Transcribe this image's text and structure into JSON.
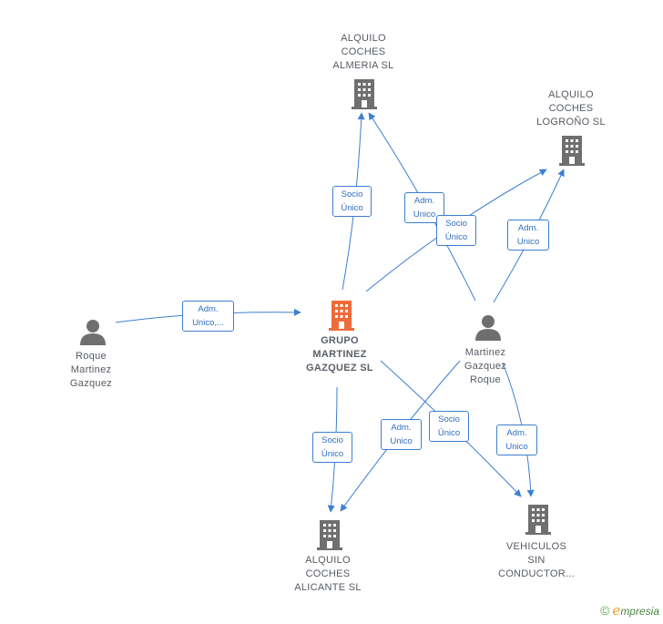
{
  "colors": {
    "edge": "#3d7fd1",
    "company_icon": "#6f6f6f",
    "main_company_icon": "#ee6b3a",
    "person_icon": "#6f6f6f",
    "label_text": "#555b63"
  },
  "nodes": {
    "almeria": {
      "label": "ALQUILO\nCOCHES\nALMERIA  SL",
      "icon": "building-icon"
    },
    "logrono": {
      "label": "ALQUILO\nCOCHES\nLOGROÑO  SL",
      "icon": "building-icon"
    },
    "grupo": {
      "label": "GRUPO\nMARTINEZ\nGAZQUEZ  SL",
      "icon": "building-icon"
    },
    "roque": {
      "label": "Roque\nMartinez\nGazquez",
      "icon": "person-icon"
    },
    "martinez": {
      "label": "Martinez\nGazquez\nRoque",
      "icon": "person-icon"
    },
    "alicante": {
      "label": "ALQUILO\nCOCHES\nALICANTE  SL",
      "icon": "building-icon"
    },
    "vehiculos": {
      "label": "VEHICULOS\nSIN\nCONDUCTOR...",
      "icon": "building-icon"
    }
  },
  "edges": {
    "roque_grupo": "Adm.\nUnico,...",
    "grupo_almeria": "Socio\nÚnico",
    "martinez_almeria": "Adm.\nUnico",
    "grupo_logrono": "Socio\nÚnico",
    "martinez_logrono": "Adm.\nUnico",
    "grupo_alicante": "Socio\nÚnico",
    "martinez_alicante": "Adm.\nUnico",
    "grupo_vehiculos": "Socio\nÚnico",
    "martinez_vehiculos": "Adm.\nUnico"
  },
  "footer": {
    "copyright": "©",
    "brand_initial": "e",
    "brand_rest": "mpresia"
  }
}
